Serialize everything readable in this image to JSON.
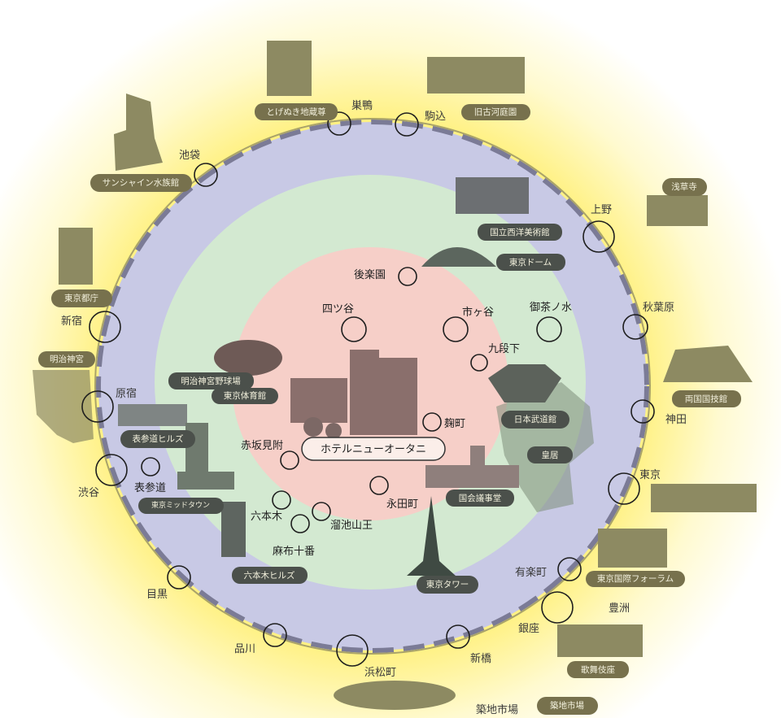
{
  "hotel": {
    "label": "ホテルニューオータニ"
  },
  "colors": {
    "outer_zone": "#c8c9e5",
    "middle_zone": "#d3e9d1",
    "inner_zone": "#f6cfc8",
    "background": "#fff07a",
    "pill_outer": "#77714d",
    "pill_inner": "#4b504b"
  },
  "stations": {
    "sugamo": "巣鴨",
    "komagome": "駒込",
    "ikebukuro": "池袋",
    "ueno": "上野",
    "akihabara": "秋葉原",
    "shinjuku": "新宿",
    "kanda": "神田",
    "harajuku": "原宿",
    "shibuya": "渋谷",
    "tokyo": "東京",
    "yurakucho": "有楽町",
    "ginza": "銀座",
    "toyosu": "豊洲",
    "shinbashi": "新橋",
    "hamamatsucho": "浜松町",
    "shinagawa": "品川",
    "meguro": "目黒",
    "tsukiji": "築地市場",
    "korakuen": "後楽園",
    "yotsuya": "四ツ谷",
    "ichigaya": "市ヶ谷",
    "ochanomizu": "御茶ノ水",
    "kudanshita": "九段下",
    "kojimachi": "麹町",
    "akasaka_mitsuke": "赤坂見附",
    "nagatacho": "永田町",
    "roppongi": "六本木",
    "tameike_sanno": "溜池山王",
    "azabu_juban": "麻布十番",
    "omotesando": "表参道"
  },
  "landmarks": {
    "togenuki": "とげぬき地蔵尊",
    "kyu_furukawa": "旧古河庭園",
    "sunshine": "サンシャイン水族館",
    "sensoji": "浅草寺",
    "western_art": "国立西洋美術館",
    "tokyo_dome": "東京ドーム",
    "tocho": "東京都庁",
    "meiji_jingu": "明治神宮",
    "kokugikan": "両国国技館",
    "jingu_stadium": "明治神宮野球場",
    "tokyo_gym": "東京体育館",
    "budokan": "日本武道館",
    "omotesando_hills": "表参道ヒルズ",
    "kokyo": "皇居",
    "diet": "国会議事堂",
    "midtown": "東京ミッドタウン",
    "roppongi_hills": "六本木ヒルズ",
    "forum": "東京国際フォーラム",
    "tokyo_tower": "東京タワー",
    "kabukiza": "歌舞伎座",
    "tsukiji_market": "築地市場"
  }
}
